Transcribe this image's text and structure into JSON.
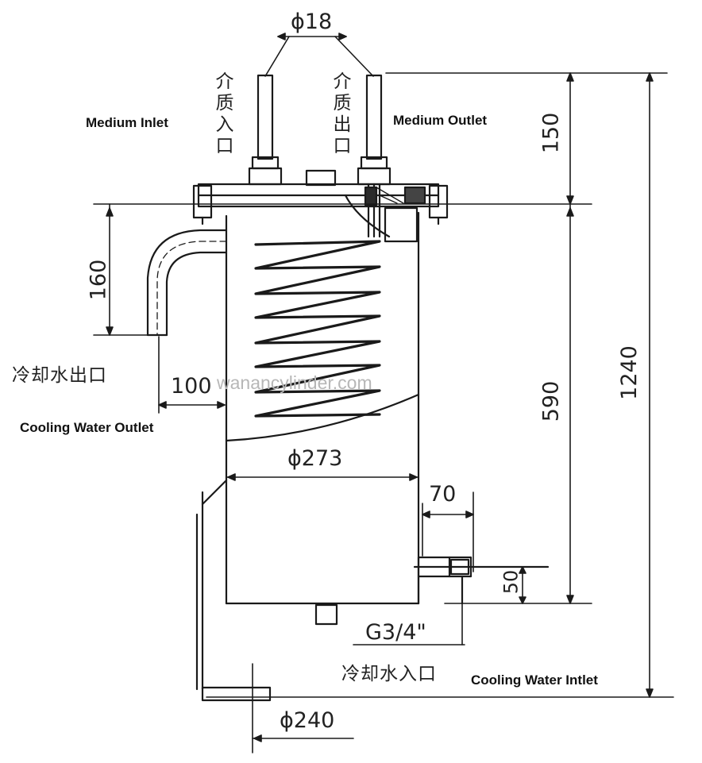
{
  "labels": {
    "medium_inlet": "Medium Inlet",
    "medium_outlet": "Medium Outlet",
    "cooling_water_outlet": "Cooling Water Outlet",
    "cooling_water_inlet": "Cooling Water Intlet",
    "cn_medium_inlet": "介质入口",
    "cn_medium_outlet": "介质出口",
    "cn_cooling_water_outlet": "冷却水出口",
    "cn_cooling_water_inlet": "冷却水入口"
  },
  "dimensions": {
    "pipe_dia": "ϕ18",
    "top_height": "150",
    "body_height": "590",
    "total_height": "1240",
    "outlet_drop": "160",
    "outlet_offset": "100",
    "body_dia": "ϕ273",
    "inlet_offset": "70",
    "inlet_height": "50",
    "inlet_thread": "G3/4\"",
    "base_dia": "ϕ240"
  },
  "watermark": "wanancylinder.com",
  "colors": {
    "line": "#1a1a1a",
    "background": "#ffffff",
    "watermark": "#b7b7b7"
  }
}
